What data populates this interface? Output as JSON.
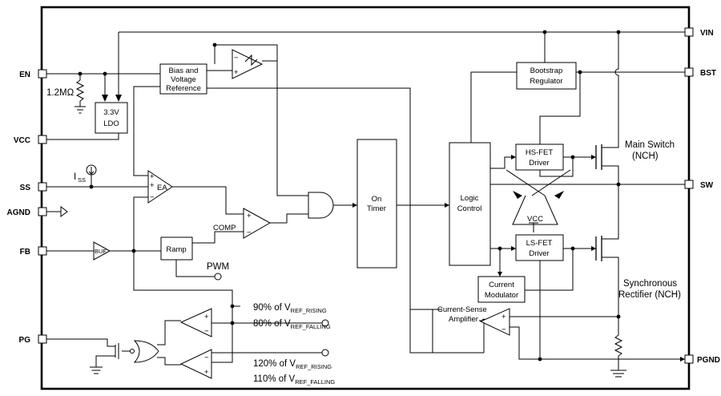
{
  "pins": {
    "en": "EN",
    "vcc": "VCC",
    "ss": "SS",
    "agnd": "AGND",
    "fb": "FB",
    "pg": "PG",
    "vin": "VIN",
    "bst": "BST",
    "sw": "SW",
    "pgnd": "PGND"
  },
  "blocks": {
    "bias_line1": "Bias and",
    "bias_line2": "Voltage",
    "bias_line3": "Reference",
    "ldo_line1": "3.3V",
    "ldo_line2": "LDO",
    "ea": "EA",
    "buf": "BUF",
    "ramp": "Ramp",
    "comp": "COMP",
    "pwm": "PWM",
    "on_timer_line1": "On",
    "on_timer_line2": "Timer",
    "logic_line1": "Logic",
    "logic_line2": "Control",
    "bootstrap_line1": "Bootstrap",
    "bootstrap_line2": "Regulator",
    "hs_line1": "HS-FET",
    "hs_line2": "Driver",
    "ls_line1": "LS-FET",
    "ls_line2": "Driver",
    "vcc_small": "VCC",
    "cur_mod_line1": "Current",
    "cur_mod_line2": "Modulator",
    "cs_amp_line1": "Current-Sense",
    "cs_amp_line2": "Amplifier"
  },
  "labels": {
    "resistor": "1.2MΩ",
    "iss_main": "I",
    "iss_sub": "SS",
    "main_switch_line1": "Main Switch",
    "main_switch_line2": "(NCH)",
    "sync_line1": "Synchronous",
    "sync_line2": "Rectifier (NCH)"
  },
  "thresholds": [
    {
      "prefix": "90% of V",
      "sub": "REF_RISING"
    },
    {
      "prefix": "80% of V",
      "sub": "REF_FALLING"
    },
    {
      "prefix": "120% of V",
      "sub": "REF_RISING"
    },
    {
      "prefix": "110% of V",
      "sub": "REF_FALLING"
    }
  ]
}
